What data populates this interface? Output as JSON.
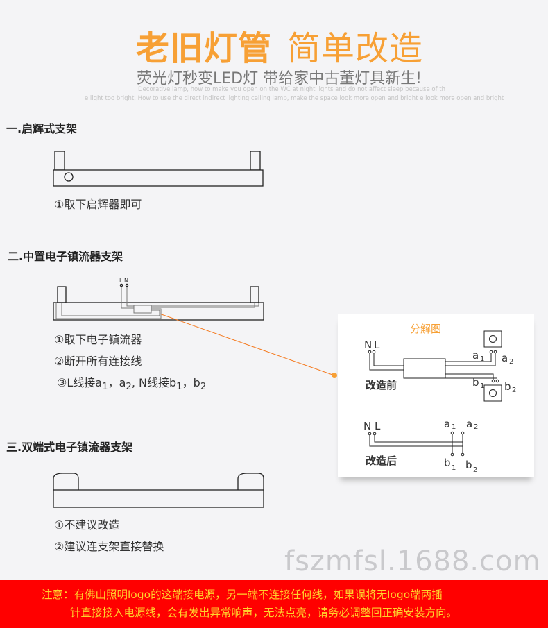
{
  "header": {
    "title_bold": "老旧灯管",
    "title_light": "简单改造",
    "subtitle": "荧光灯秒变LED灯 带给家中古董灯具新生!",
    "english_line1": "Decorative lamp, how to make you open on the WC at night lights and do not affect sleep because      of th",
    "english_line2": "e light too bright, How to use the direct indirect   lighting ceiling lamp, make the space look more open and bright   e look more open and bright"
  },
  "sections": [
    {
      "title": "一.启辉式支架",
      "steps": [
        "①取下启辉器即可"
      ]
    },
    {
      "title": "二.中置电子镇流器支架",
      "steps": [
        "②断开所有连接线"
      ],
      "step1": "①取下电子镇流器",
      "step3": {
        "a": "③L线接a",
        "a_sub1": "1",
        "comma1": "，a",
        "a_sub2": "2",
        "b": ", N线接b",
        "b_sub1": "1",
        "comma2": "，b",
        "b_sub2": "2"
      },
      "wire_labels": "L N"
    },
    {
      "title": "三.双端式电子镇流器支架",
      "steps": [
        "①不建议改造",
        "②建议连支架直接替换"
      ]
    }
  ],
  "diagram": {
    "title": "分解图",
    "before": "改造前",
    "after": "改造后",
    "N": "N",
    "L": "L",
    "a1": "a",
    "a2": "a",
    "b1": "b",
    "b2": "b",
    "sub1": "1",
    "sub2": "2"
  },
  "notice": {
    "line1": "注意：有佛山照明logo的这端接电源，另一端不连接任何线，如果误将无logo端两插",
    "line2": "针直接接入电源线，会有发出异常响声，无法点亮，请务必调整回正确安装方向。"
  },
  "watermark": "fszmfsl.1688.com",
  "colors": {
    "accent": "#f7a035",
    "notice_bg": "#ff0000",
    "notice_text": "#ffd12c",
    "leader_line": "#f57a1f"
  }
}
